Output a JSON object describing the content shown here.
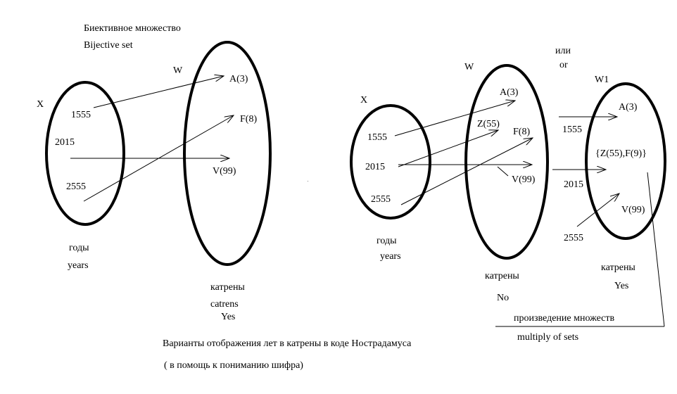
{
  "diagram": {
    "title_ru": "Биективное  множество",
    "title_en": "Bijective  set",
    "left": {
      "set_x": "X",
      "set_w": "W",
      "years": [
        "1555",
        "2015",
        "2555"
      ],
      "catrens": [
        "A(3)",
        "F(8)",
        "V(99)"
      ],
      "label_years_ru": "годы",
      "label_years_en": "years",
      "label_catrens_ru": "катрены",
      "label_catrens_en": "catrens",
      "verdict": "Yes"
    },
    "middle": {
      "set_x": "X",
      "set_w": "W",
      "years": [
        "1555",
        "2015",
        "2555"
      ],
      "catrens": [
        "A(3)",
        "Z(55)",
        "F(8)",
        "V(99)"
      ],
      "label_years_ru": "годы",
      "label_years_en": "years",
      "label_catrens_ru": "катрены",
      "verdict": "No"
    },
    "right": {
      "or_ru": "или",
      "or_en": "or",
      "set_w1": "W1",
      "years": [
        "1555",
        "2015",
        "2555"
      ],
      "catrens": [
        "A(3)",
        "{Z(55),F(9)}",
        "V(99)"
      ],
      "label_catrens_ru": "катрены",
      "verdict": "Yes",
      "product_ru": "произведение   множеств",
      "product_en": "multiply of sets"
    },
    "caption_line1": "Варианты  отображения  лет   в катрены в коде   Нострадамуса",
    "caption_line2": "( в помощь  к пониманию  шифра)"
  }
}
